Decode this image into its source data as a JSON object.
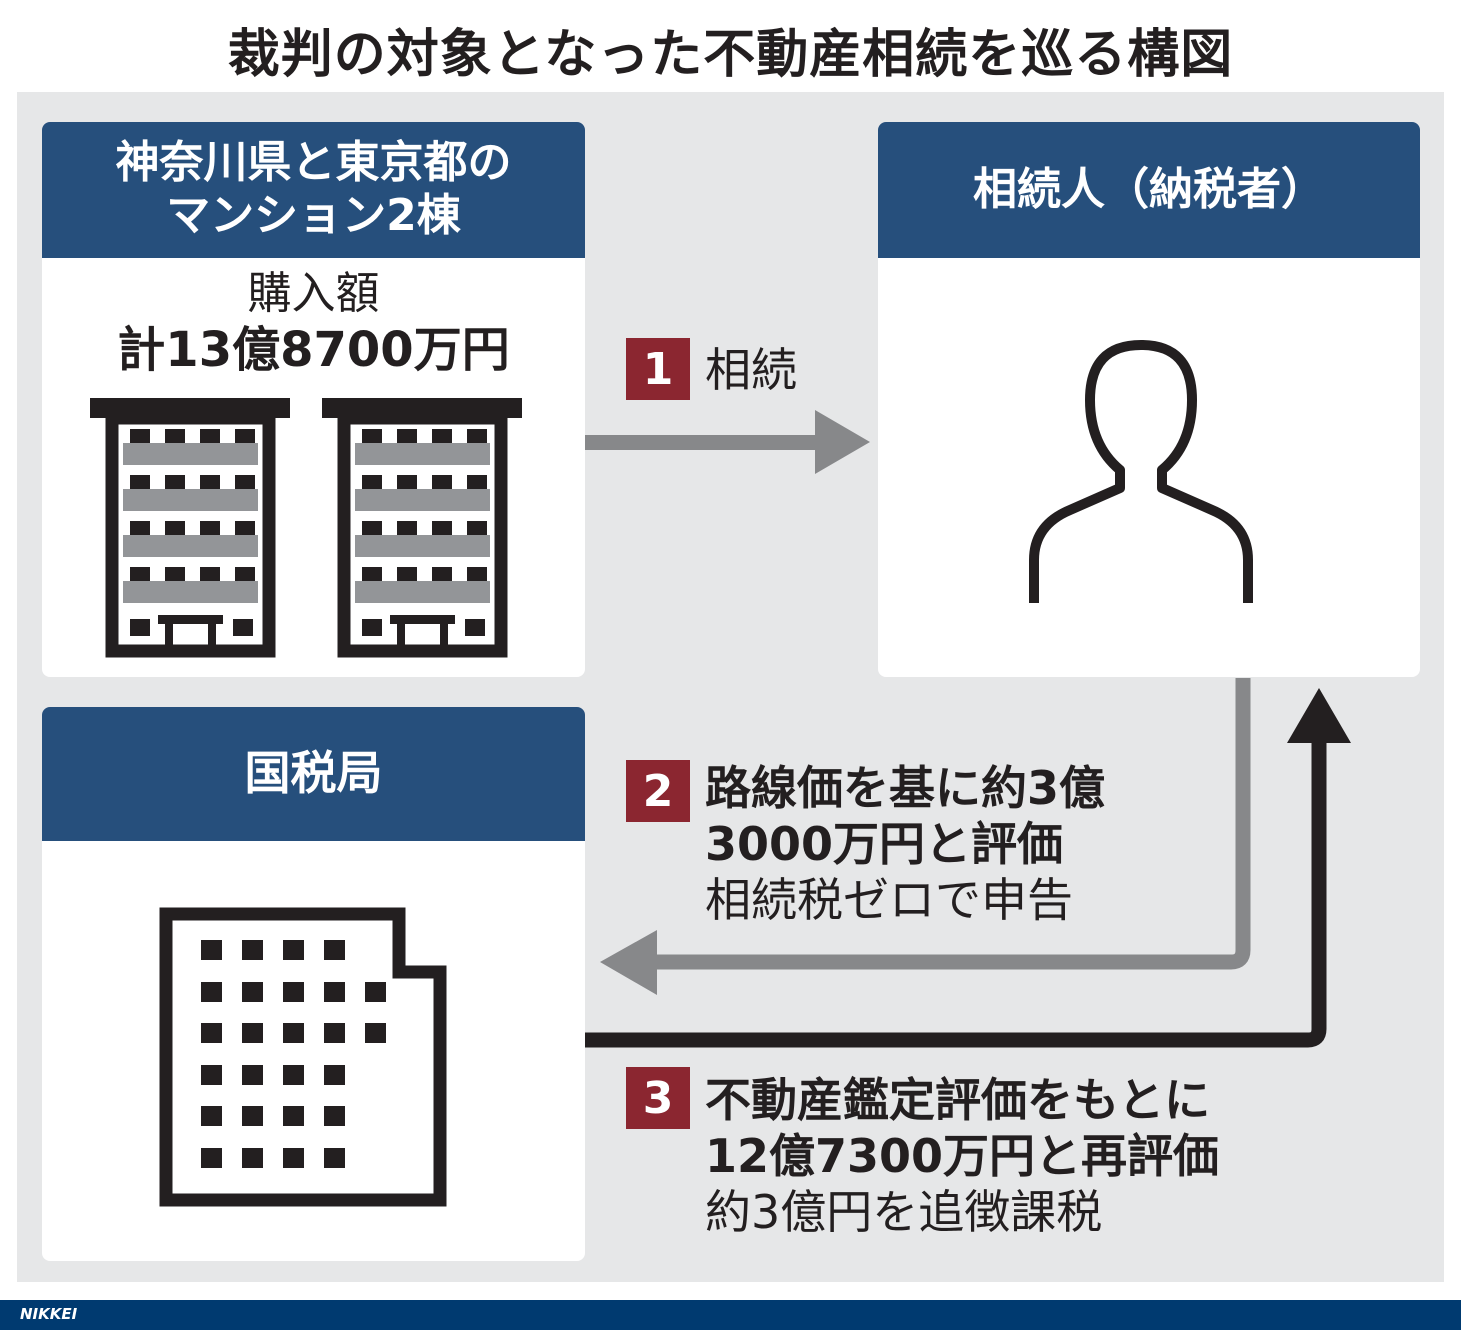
{
  "title": "裁判の対象となった不動産相続を巡る構図",
  "property": {
    "header_line1": "神奈川県と東京都の",
    "header_line2": "マンション2棟",
    "label": "購入額",
    "amount": "計13億8700万円"
  },
  "heir": {
    "header": "相続人（納税者）"
  },
  "tax_office": {
    "header": "国税局"
  },
  "steps": [
    {
      "number": "1",
      "lines": [
        "相続"
      ]
    },
    {
      "number": "2",
      "lines": [
        "路線価を基に約3億",
        "3000万円と評価",
        "相続税ゼロで申告"
      ]
    },
    {
      "number": "3",
      "lines": [
        "不動産鑑定評価をもとに",
        "12億7300万円と再評価",
        "約3億円を追徴課税"
      ]
    }
  ],
  "footer": {
    "logo": "NIKKEI"
  },
  "colors": {
    "header_blue": "#264f7c",
    "badge_red": "#8b2630",
    "panel_gray": "#e6e7e8",
    "arrow_gray": "#87888a",
    "footer_blue": "#003a70"
  }
}
